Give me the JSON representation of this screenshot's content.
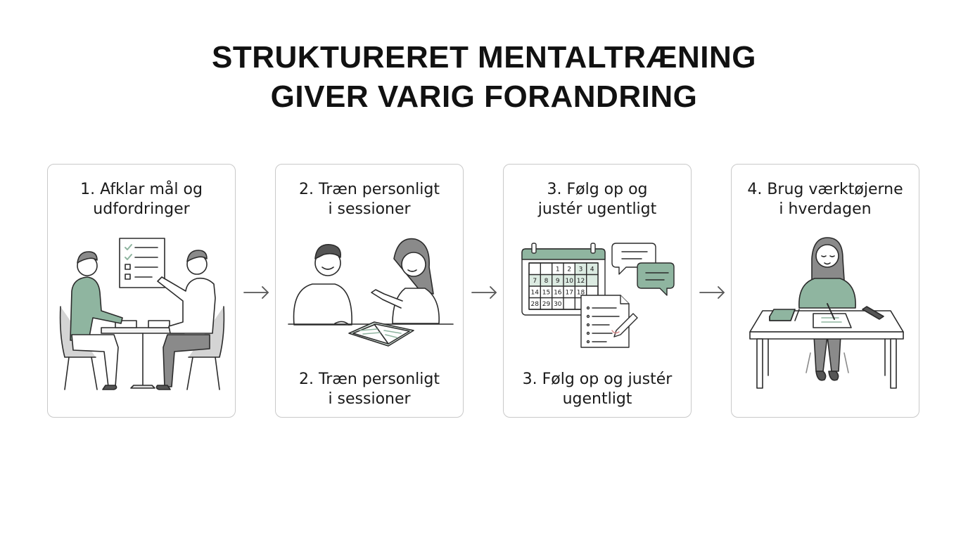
{
  "title": {
    "line1": "STRUKTURERET MENTALTRÆNING",
    "line2": "GIVER VARIG FORANDRING"
  },
  "steps": [
    {
      "title_line1": "1. Afklar mål og",
      "title_line2": "udfordringer",
      "caption_line1": "",
      "caption_line2": ""
    },
    {
      "title_line1": "2. Træn personligt",
      "title_line2": "i sessioner",
      "caption_line1": "2. Træn personligt",
      "caption_line2": "i sessioner"
    },
    {
      "title_line1": "3. Følg op og",
      "title_line2": "justér ugentligt",
      "caption_line1": "3. Følg op og justér",
      "caption_line2": "ugentligt"
    },
    {
      "title_line1": "4. Brug værktøjerne",
      "title_line2": "i hverdagen",
      "caption_line1": "",
      "caption_line2": ""
    }
  ],
  "calendar": {
    "rows": [
      [
        "",
        "",
        "1",
        "2",
        "3",
        "4"
      ],
      [
        "7",
        "8",
        "9",
        "10",
        "12",
        ""
      ],
      [
        "14",
        "15",
        "16",
        "17",
        "18",
        ""
      ],
      [
        "28",
        "29",
        "30",
        "",
        "",
        ""
      ]
    ]
  },
  "colors": {
    "accent": "#8fb5a0",
    "accent_light": "#dcebe2",
    "line": "#2b2b2b",
    "border": "#c9c9c9",
    "chair": "#d4d4d4",
    "trousers": "#8a8a8a"
  },
  "icons": [
    "arrow-right-icon",
    "checklist-icon",
    "calendar-icon",
    "chat-bubble-icon",
    "document-icon",
    "pencil-icon",
    "book-icon",
    "phone-icon",
    "notebook-icon"
  ]
}
